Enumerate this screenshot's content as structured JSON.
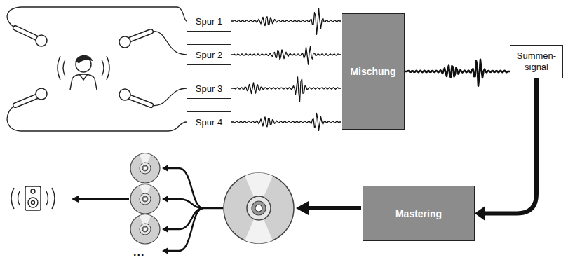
{
  "diagram": {
    "nodes": [
      {
        "text": [
          "Spur 1"
        ]
      },
      {
        "text": [
          "Spur 2"
        ]
      },
      {
        "text": [
          "Spur 3"
        ]
      },
      {
        "text": [
          "Spur 4"
        ]
      },
      {
        "text": [
          "Mischung"
        ]
      },
      {
        "text": [
          "Summen- signal"
        ]
      },
      {
        "text": [
          "Mastering"
        ]
      }
    ],
    "edges": [
      {
        "from": 0,
        "to": 4,
        "arrow": "none"
      },
      {
        "from": 1,
        "to": 4,
        "arrow": "none"
      },
      {
        "from": 2,
        "to": 4,
        "arrow": "none"
      },
      {
        "from": 3,
        "to": 4,
        "arrow": "none"
      },
      {
        "from": 4,
        "to": 5,
        "arrow": "none"
      },
      {
        "from": 5,
        "to": 6,
        "arrow": "to"
      }
    ],
    "labels": [
      "..."
    ]
  }
}
